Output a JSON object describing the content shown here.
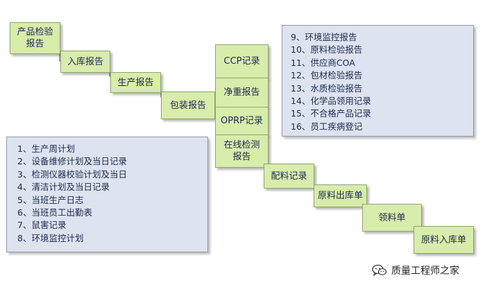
{
  "flow_steps": [
    {
      "id": "s1",
      "lines": [
        "产品检验",
        "报告"
      ]
    },
    {
      "id": "s2",
      "lines": [
        "入库报告"
      ]
    },
    {
      "id": "s3",
      "lines": [
        "生产报告"
      ]
    },
    {
      "id": "s4",
      "lines": [
        "包装报告"
      ]
    },
    {
      "id": "s5",
      "lines": [
        "CCP记录"
      ]
    },
    {
      "id": "s6",
      "lines": [
        "净重报告"
      ]
    },
    {
      "id": "s7",
      "lines": [
        "OPRP记录"
      ]
    },
    {
      "id": "s8",
      "lines": [
        "在线检测",
        "报告"
      ]
    },
    {
      "id": "s9",
      "lines": [
        "配料记录"
      ]
    },
    {
      "id": "s10",
      "lines": [
        "原料出库单"
      ]
    },
    {
      "id": "s11",
      "lines": [
        "领料单"
      ]
    },
    {
      "id": "s12",
      "lines": [
        "原料入库单"
      ]
    }
  ],
  "left_list": [
    "1、生产周计划",
    "2、设备维修计划及当日记录",
    "3、检测仪器校验计划及当日",
    "4、清洁计划及当日记录",
    "5、当班生产日志",
    "6、当班员工出勤表",
    "7、鼠害记录",
    "8、环境监控计划"
  ],
  "right_list": [
    "9、环境监控报告",
    "10、原料检验报告",
    "11、供应商COA",
    "12、包材检验报告",
    "13、水质检验报告",
    "14、化学品领用记录",
    "15、不合格产品记录",
    "16、员工疾病登记"
  ],
  "watermark": {
    "text": "质量工程师之家",
    "icon": "wechat-icon"
  },
  "colors": {
    "step_fill": "#d8ecac",
    "step_border": "#8aa968",
    "list_fill": "#dde3ef",
    "list_border": "#8c9ab6",
    "text": "#1c2a4f"
  }
}
